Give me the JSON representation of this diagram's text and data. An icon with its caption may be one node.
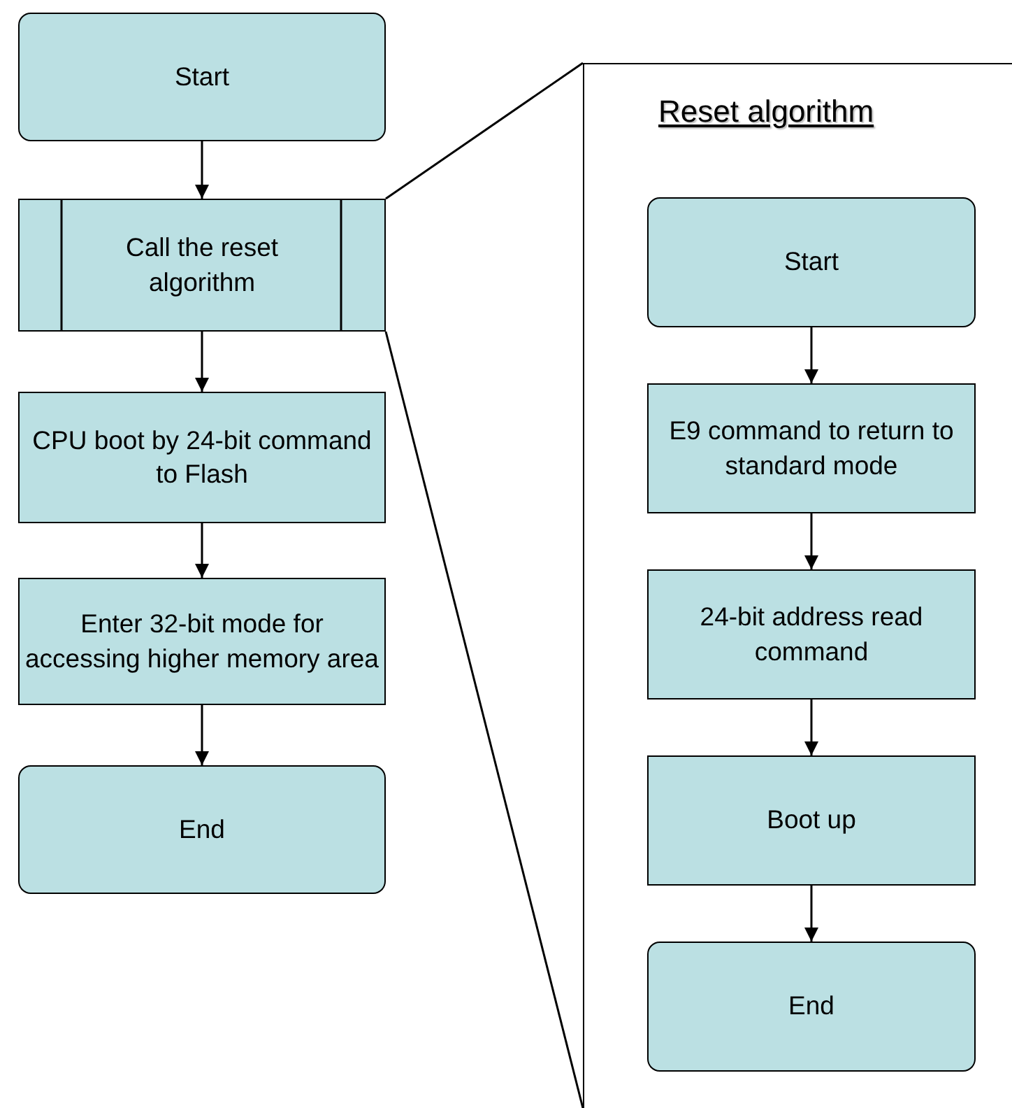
{
  "diagram": {
    "nodes": [
      {
        "text": [
          "Start"
        ]
      },
      {
        "text": [
          "Call the reset algorithm"
        ]
      },
      {
        "text": [
          "CPU boot by 24-bit command to Flash"
        ]
      },
      {
        "text": [
          "Enter 32-bit mode for accessing higher memory area"
        ]
      },
      {
        "text": [
          "End"
        ]
      },
      {
        "text": [
          "Reset algorithm"
        ]
      },
      {
        "text": [
          "Start"
        ],
        "in": 5
      },
      {
        "text": [
          "E9 command to return to standard mode"
        ],
        "in": 5
      },
      {
        "text": [
          "24-bit address read command"
        ],
        "in": 5
      },
      {
        "text": [
          "Boot up"
        ],
        "in": 5
      },
      {
        "text": [
          "End"
        ],
        "in": 5
      }
    ],
    "edges": [
      {
        "from": 0,
        "to": 1,
        "arrow": "to"
      },
      {
        "from": 1,
        "to": 2,
        "arrow": "to"
      },
      {
        "from": 2,
        "to": 3,
        "arrow": "to"
      },
      {
        "from": 3,
        "to": 4,
        "arrow": "to"
      },
      {
        "from": 1,
        "to": 5,
        "arrow": "none"
      },
      {
        "from": 1,
        "to": 5,
        "arrow": "none"
      },
      {
        "from": 6,
        "to": 7,
        "arrow": "to"
      },
      {
        "from": 7,
        "to": 8,
        "arrow": "to"
      },
      {
        "from": 8,
        "to": 9,
        "arrow": "to"
      },
      {
        "from": 9,
        "to": 10,
        "arrow": "to"
      }
    ]
  }
}
